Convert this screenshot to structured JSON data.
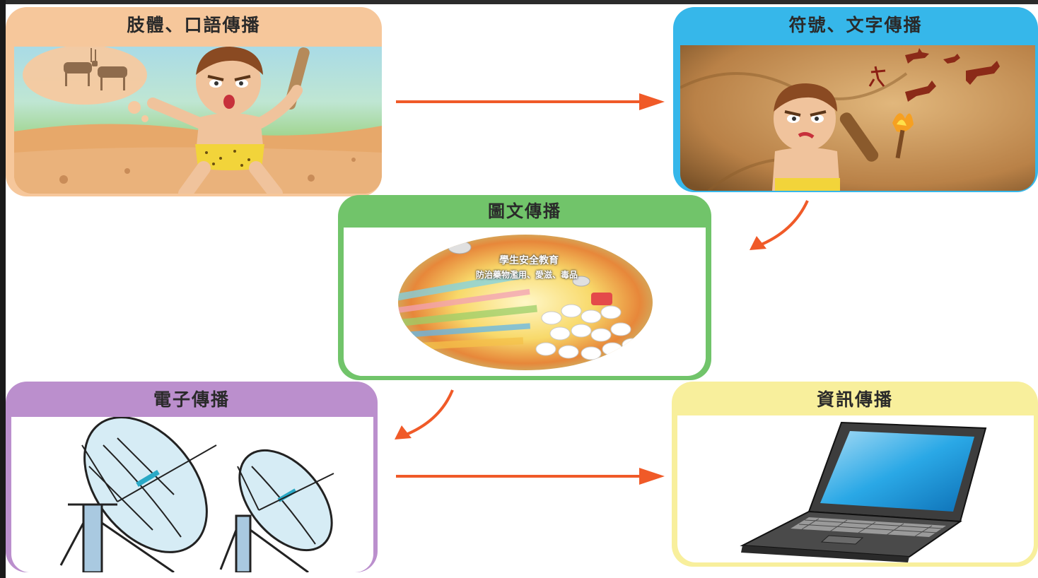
{
  "cards": {
    "body_speech": {
      "title": "肢體、口語傳播",
      "color": "#f6c79b"
    },
    "symbol_text": {
      "title": "符號、文字傳播",
      "color": "#36b7ea"
    },
    "graphic_text": {
      "title": "圖文傳播",
      "color": "#71c46a",
      "poster_line1": "學生安全教育",
      "poster_line2": "防治藥物濫用、愛滋、毒品"
    },
    "electronic": {
      "title": "電子傳播",
      "color": "#bb8fcd"
    },
    "information": {
      "title": "資訊傳播",
      "color": "#f8ef9c"
    }
  },
  "arrow_color": "#f05a28",
  "icons": {
    "caveman": "caveman-speaking-icon",
    "cave_painting": "cave-painting-icon",
    "poster": "drug-education-poster-icon",
    "satellite": "satellite-dish-icon",
    "laptop": "laptop-icon"
  }
}
